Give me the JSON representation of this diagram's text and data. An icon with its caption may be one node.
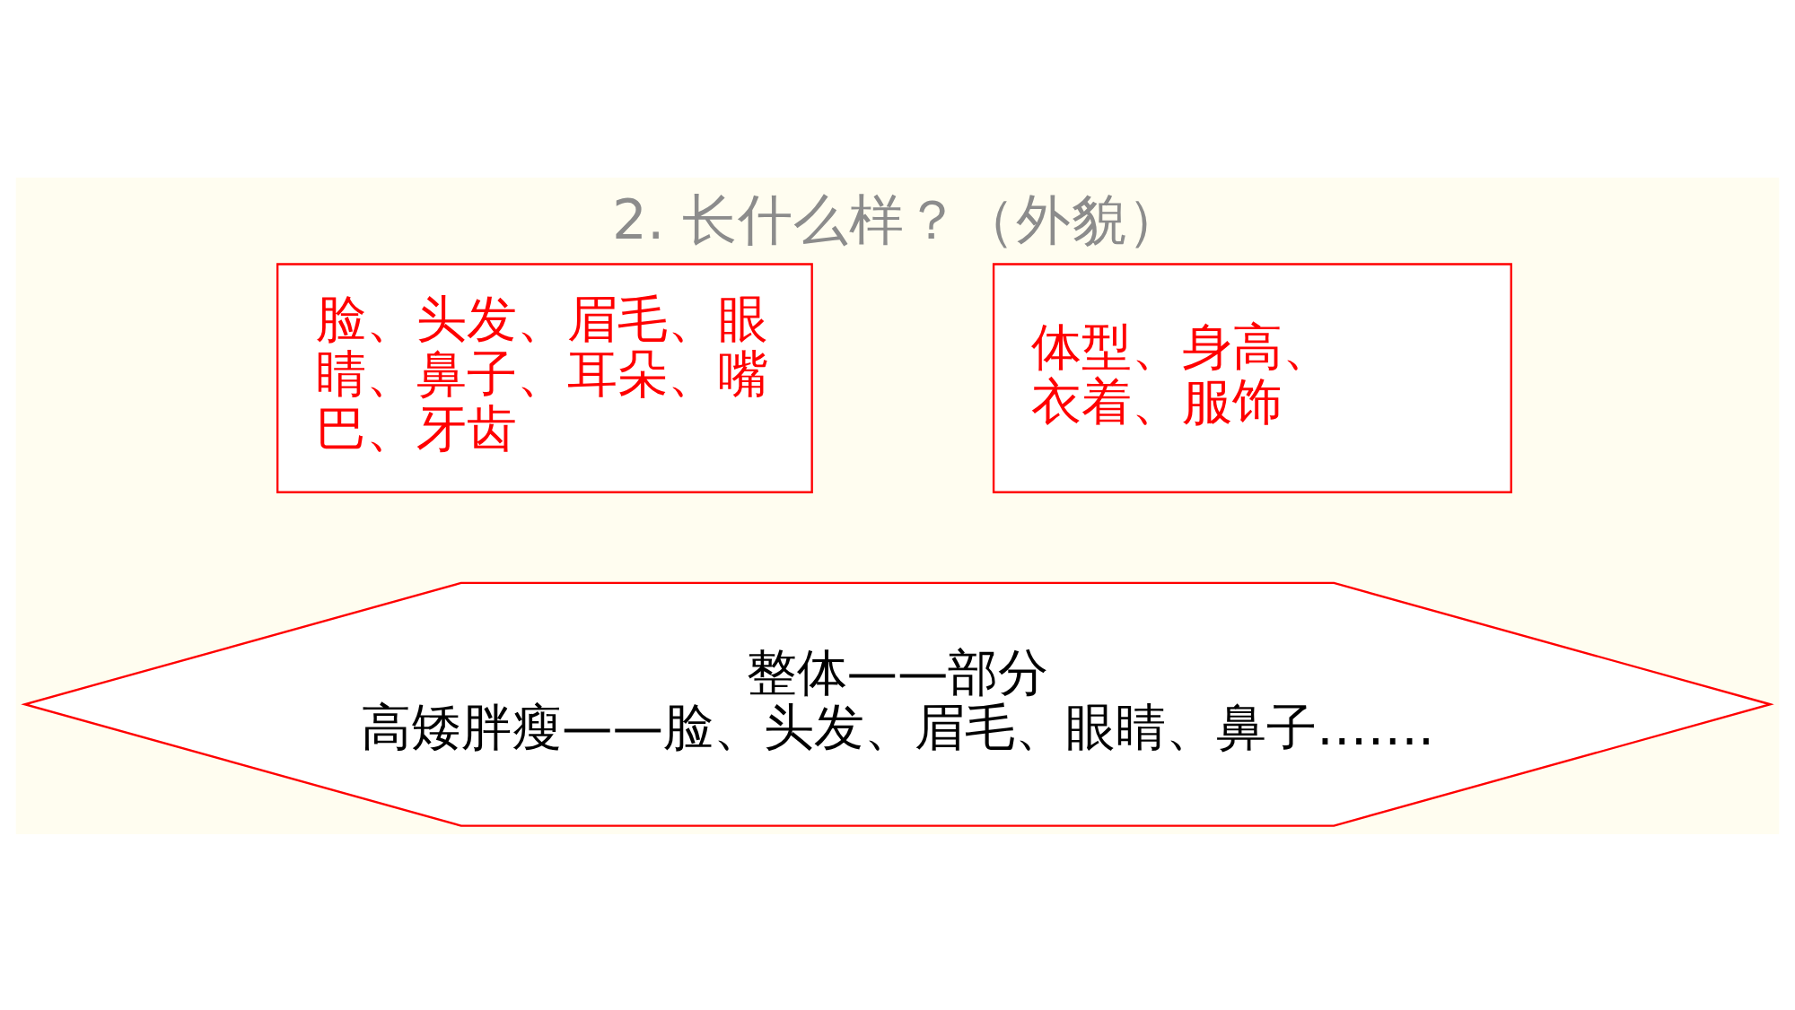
{
  "diagram": {
    "title": "2. 长什么样？（外貌）",
    "nodes": [
      {
        "text": [
          "脸、头发、眉毛、眼睛、鼻子、耳朵、嘴巴、牙齿"
        ]
      },
      {
        "text": [
          "体型、身高、衣着、服饰"
        ]
      },
      {
        "text": [
          "整体——部分",
          "高矮胖瘦——脸、头发、眉毛、眼睛、鼻子……."
        ]
      }
    ]
  }
}
